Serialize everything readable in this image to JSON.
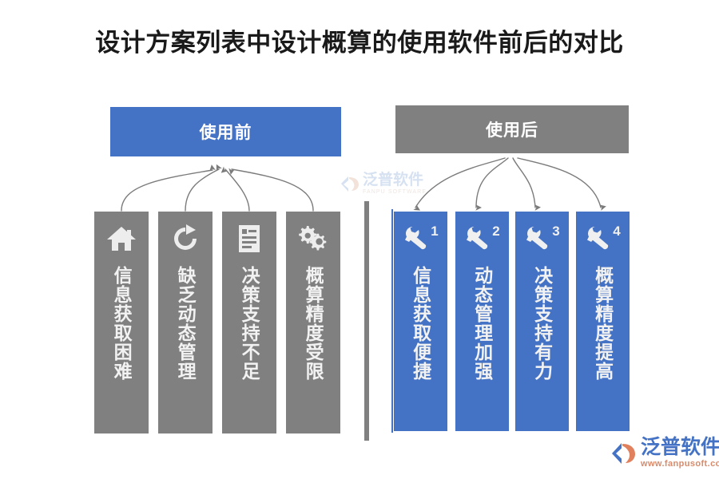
{
  "title": "设计方案列表中设计概算的使用软件前后的对比",
  "headers": {
    "before": {
      "label": "使用前",
      "color": "#4472C4"
    },
    "after": {
      "label": "使用后",
      "color": "#808080"
    }
  },
  "before_section": {
    "accent": "#808080",
    "items": [
      {
        "icon": "home-icon",
        "label": "信息获取困难"
      },
      {
        "icon": "refresh-icon",
        "label": "缺乏动态管理"
      },
      {
        "icon": "document-icon",
        "label": "决策支持不足"
      },
      {
        "icon": "gears-icon",
        "label": "概算精度受限"
      }
    ]
  },
  "after_section": {
    "accent": "#4472C4",
    "items": [
      {
        "icon": "wrench-icon",
        "number": "1",
        "label": "信息获取便捷"
      },
      {
        "icon": "wrench-icon",
        "number": "2",
        "label": "动态管理加强"
      },
      {
        "icon": "wrench-icon",
        "number": "3",
        "label": "决策支持有力"
      },
      {
        "icon": "wrench-icon",
        "number": "4",
        "label": "概算精度提高"
      }
    ]
  },
  "watermark": {
    "cn": "泛普软件",
    "en": "FANPU SOFTWARE"
  },
  "logo": {
    "cn": "泛普软件",
    "url": "www.fanpusoft.com"
  }
}
